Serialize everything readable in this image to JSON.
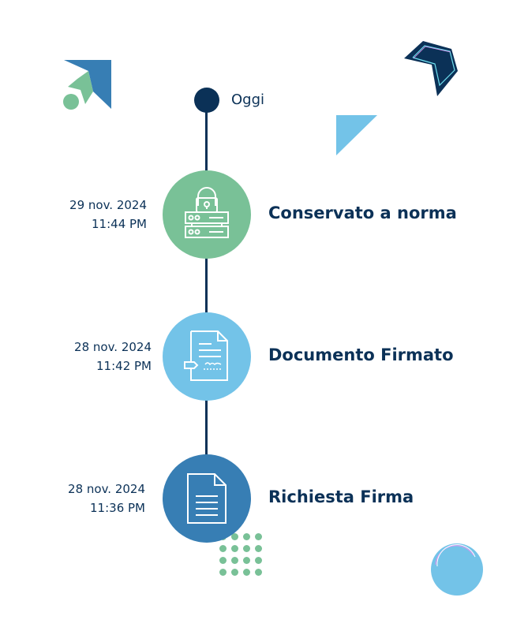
{
  "timeline": {
    "today_label": "Oggi",
    "events": [
      {
        "date": "29 nov. 2024",
        "time": "11:44 PM",
        "title": "Conservato a norma",
        "icon": "locked-server-icon",
        "color": "#79c197"
      },
      {
        "date": "28 nov. 2024",
        "time": "11:42 PM",
        "title": "Documento Firmato",
        "icon": "signed-document-icon",
        "color": "#73c3e8"
      },
      {
        "date": "28 nov. 2024",
        "time": "11:36 PM",
        "title": "Richiesta Firma",
        "icon": "document-icon",
        "color": "#377eb4"
      }
    ]
  },
  "colors": {
    "navy": "#0b3157",
    "green": "#79c197",
    "light_blue": "#73c3e8",
    "blue": "#377eb4"
  }
}
